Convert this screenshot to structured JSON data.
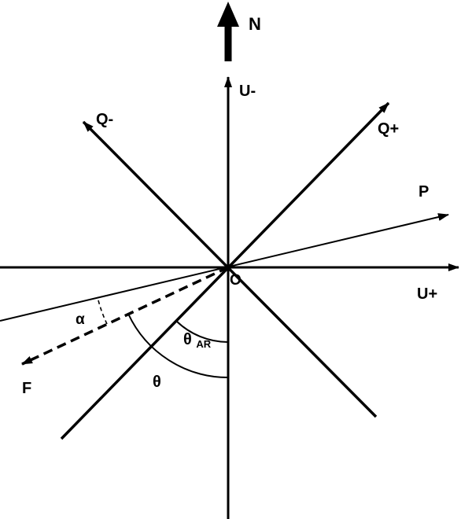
{
  "diagram": {
    "background": "#ffffff",
    "stroke_color": "#000000",
    "labels": {
      "north": "N",
      "u_minus": "U-",
      "u_plus": "U+",
      "q_minus": "Q-",
      "q_plus": "Q+",
      "p": "P",
      "origin": "O",
      "f": "F",
      "alpha": "α",
      "theta": "θ",
      "theta_ar_base": "θ",
      "theta_ar_sub": "AR"
    }
  }
}
